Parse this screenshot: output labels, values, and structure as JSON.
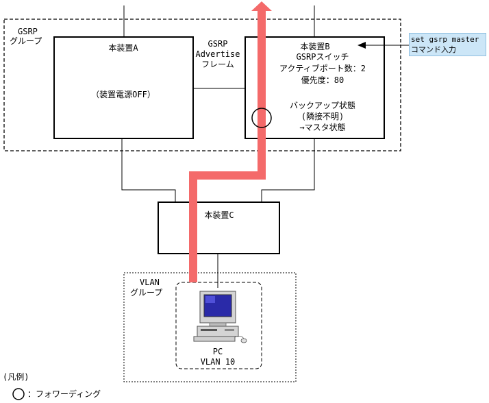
{
  "gsrp_group": {
    "label_line1": "GSRP",
    "label_line2": "グループ"
  },
  "device_a": {
    "title": "本装置A",
    "status": "（装置電源OFF）"
  },
  "advertise": {
    "line1": "GSRP",
    "line2": "Advertise",
    "line3": "フレーム"
  },
  "device_b": {
    "title": "本装置B",
    "line1": "GSRPスイッチ",
    "line2": "アクティブポート数：2",
    "line3": "優先度：80",
    "line4": "バックアップ状態",
    "line5": "(隣接不明)",
    "line6": "→マスタ状態"
  },
  "command": {
    "line1": "set gsrp master",
    "line2": "コマンド入力"
  },
  "device_c": {
    "title": "本装置C"
  },
  "vlan_group": {
    "label_line1": "VLAN",
    "label_line2": "グループ"
  },
  "pc": {
    "label_line1": "PC",
    "label_line2": "VLAN 10"
  },
  "legend": {
    "title": "(凡例)",
    "forwarding": "：フォワーディング"
  },
  "colors": {
    "forwarding_path": "#f46a6a",
    "command_box": "#cce6f7",
    "monitor_screen": "#2a2aa8"
  }
}
